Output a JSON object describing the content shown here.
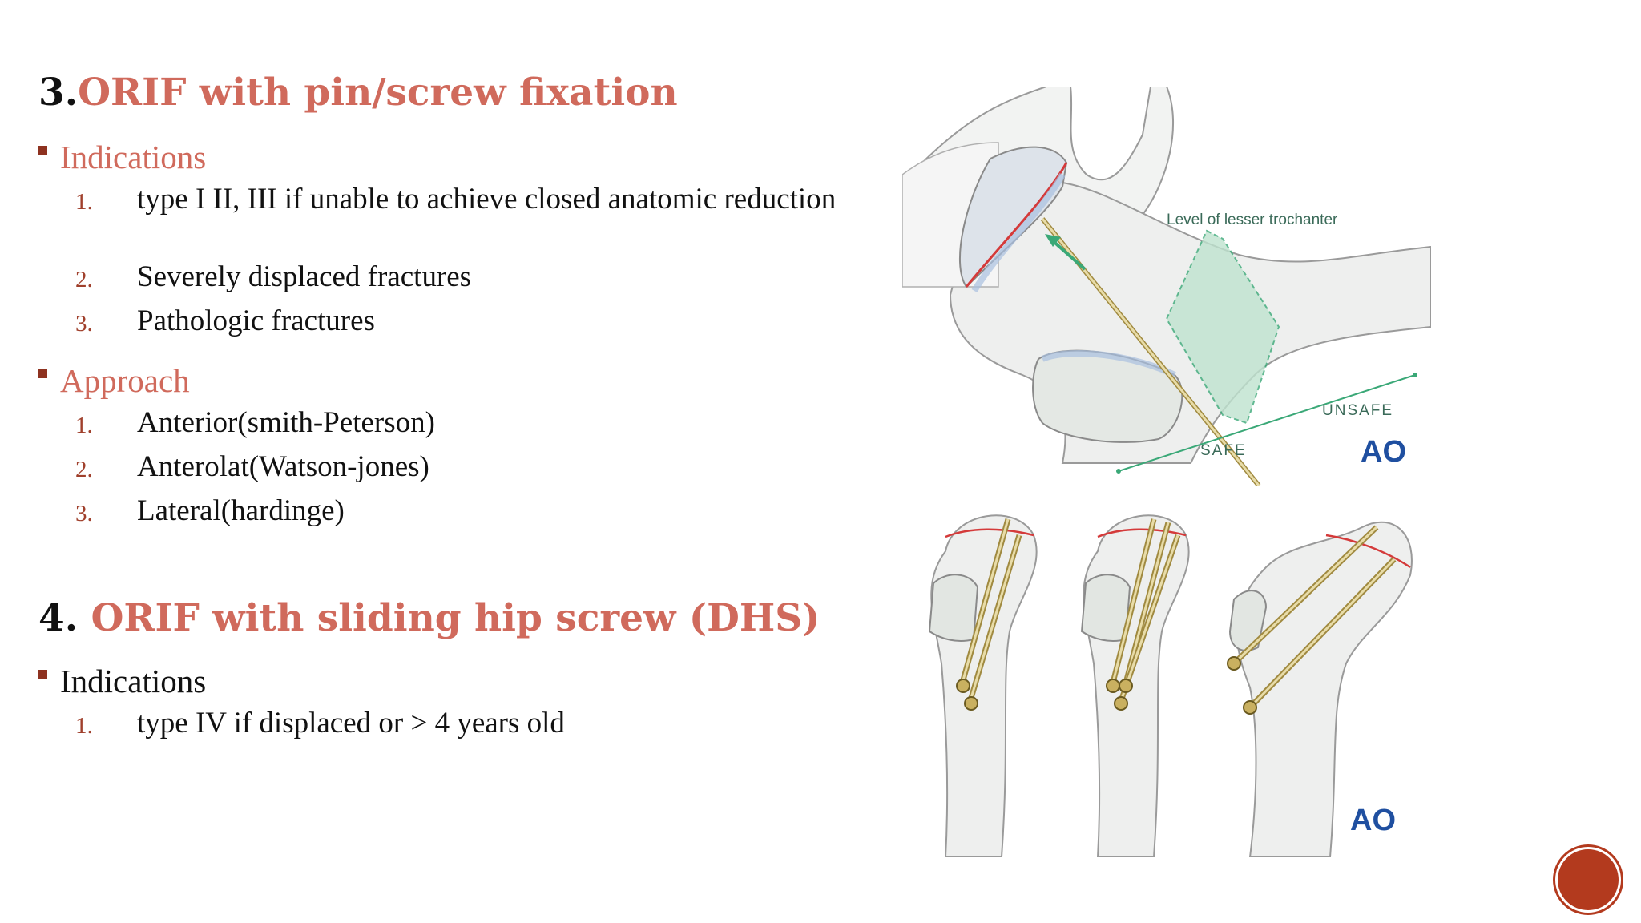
{
  "section3": {
    "number": "3.",
    "title": "ORIF with pin/screw fixation",
    "indications": {
      "heading": "Indications",
      "items": [
        {
          "n": "1.",
          "text": "type I II, III if unable to achieve closed anatomic reduction"
        },
        {
          "n": "2.",
          "text": "Severely displaced fractures"
        },
        {
          "n": "3.",
          "text": "Pathologic fractures"
        }
      ]
    },
    "approach": {
      "heading": "Approach",
      "items": [
        {
          "n": "1.",
          "text": "Anterior(smith-Peterson)"
        },
        {
          "n": "2.",
          "text": "Anterolat(Watson-jones)"
        },
        {
          "n": "3.",
          "text": "Lateral(hardinge)"
        }
      ]
    }
  },
  "section4": {
    "number": "4.",
    "title": "ORIF with sliding hip screw (DHS)",
    "indications": {
      "heading": "Indications",
      "items": [
        {
          "n": "1.",
          "text": "type IV if displaced or > 4 years old"
        }
      ]
    }
  },
  "figure_top": {
    "label_level": "Level of lesser trochanter",
    "label_unsafe": "UNSAFE",
    "label_safe": "SAFE",
    "logo": "AO"
  },
  "figure_bottom": {
    "logo": "AO"
  },
  "colors": {
    "accent": "#d06a5c",
    "bullet": "#8e3220",
    "number": "#a0402c",
    "badge": "#b33a1e",
    "ao_blue": "#1f4fa0",
    "safe_green": "#3aa877"
  }
}
